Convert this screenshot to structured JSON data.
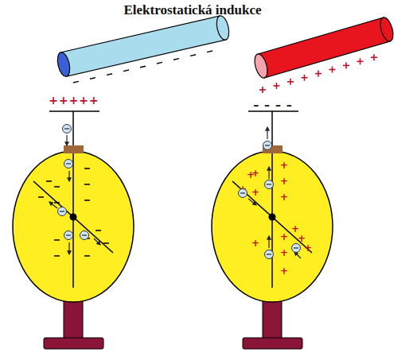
{
  "diagram": {
    "title": "Elektrostatická indukce",
    "labels": [
      "+++++",
      "– – – –"
    ]
  }
}
